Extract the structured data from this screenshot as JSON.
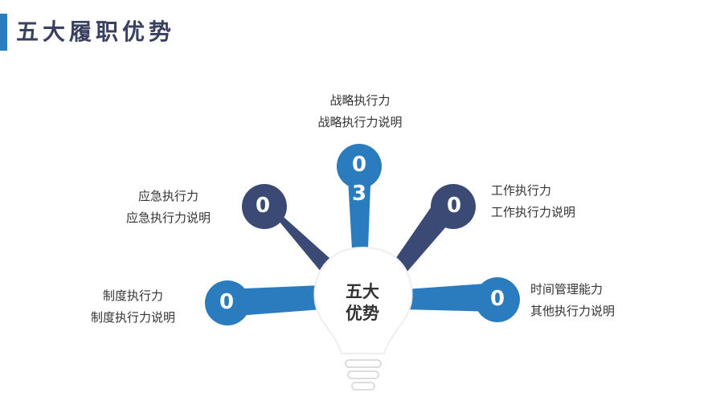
{
  "page": {
    "title": "五大履职优势",
    "accent": "#2b7bbf",
    "dark": "#3b4a75"
  },
  "center": {
    "line1": "五大",
    "line2": "优势"
  },
  "items": [
    {
      "number": "0",
      "title": "制度执行力",
      "desc": "制度执行力说明",
      "color": "#2b7bbf"
    },
    {
      "number": "0",
      "title": "应急执行力",
      "desc": "应急执行力说明",
      "color": "#3b4a75"
    },
    {
      "number": "03",
      "num_top": "0",
      "num_bottom": "3",
      "title": "战略执行力",
      "desc": "战略执行力说明",
      "color": "#2b7bbf"
    },
    {
      "number": "0",
      "title": "工作执行力",
      "desc": "工作执行力说明",
      "color": "#3b4a75"
    },
    {
      "number": "0",
      "title": "时间管理能力",
      "desc": "其他执行力说明",
      "color": "#2b7bbf"
    }
  ]
}
